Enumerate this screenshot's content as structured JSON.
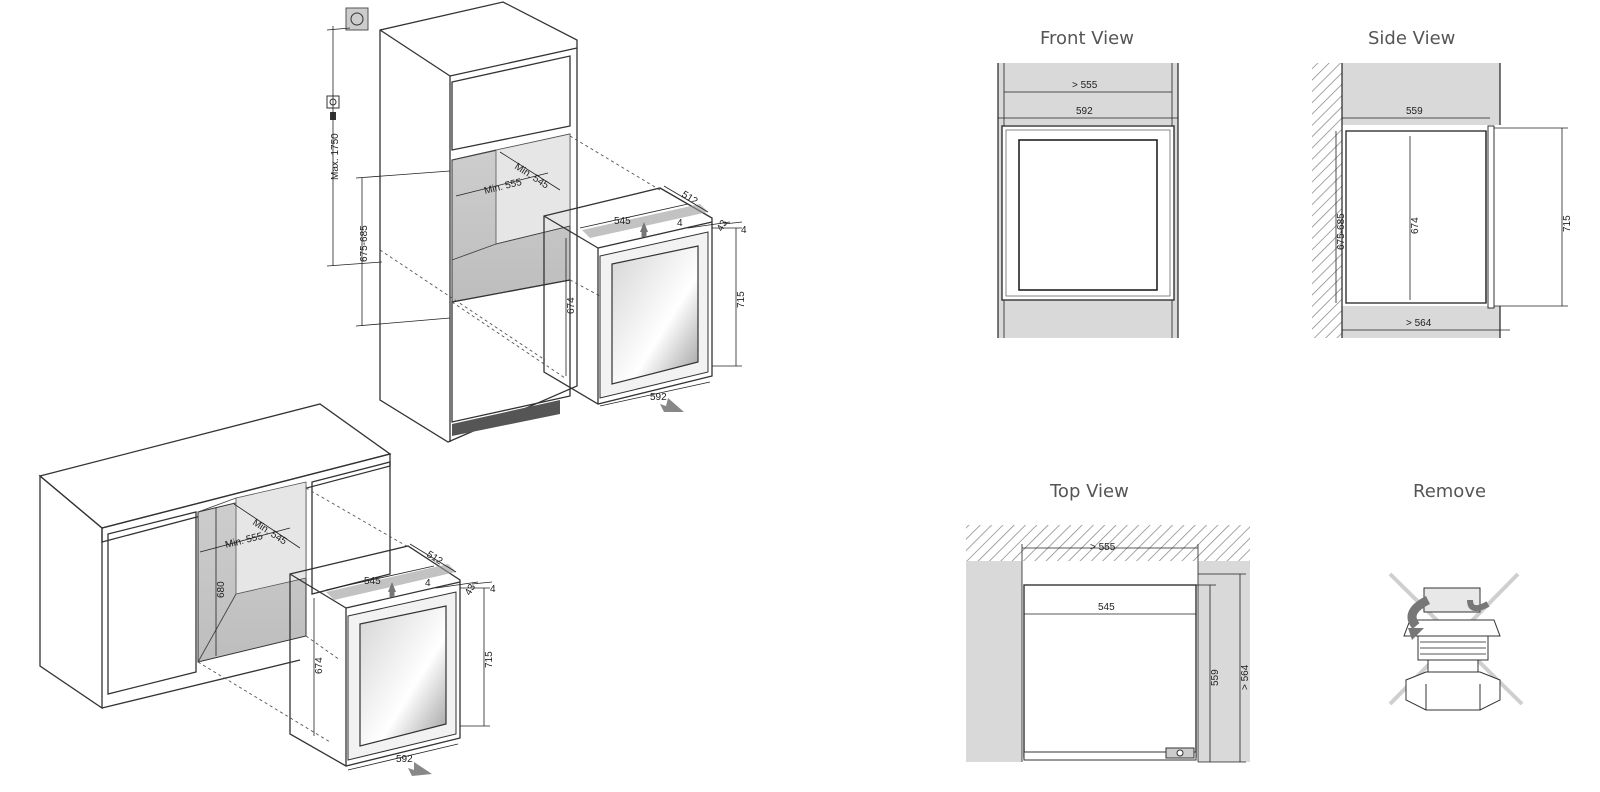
{
  "views": {
    "front_title": "Front View",
    "side_title": "Side View",
    "top_title": "Top View",
    "remove_title": "Remove"
  },
  "tall_cabinet": {
    "max_height": "Max. 1750",
    "niche_height": "675-685",
    "min_width": "Min. 555",
    "min_depth": "Min. 545",
    "appliance_depth": "512",
    "appliance_top_width": "545",
    "gap": "4",
    "gap_b": "4",
    "door_offset": "43",
    "appliance_height": "674",
    "total_height": "715",
    "appliance_width": "592"
  },
  "under_counter": {
    "niche_height": "680",
    "min_width": "Min. 555",
    "min_depth": "Min. 545",
    "appliance_depth": "512",
    "appliance_top_width": "545",
    "gap": "4",
    "gap_b": "4",
    "door_offset": "43",
    "appliance_height": "674",
    "total_height": "715",
    "appliance_width": "592"
  },
  "front_view": {
    "niche_width": "> 555",
    "front_width": "592"
  },
  "side_view": {
    "depth": "559",
    "niche_height": "675-685",
    "body_height": "674",
    "total_height": "715",
    "niche_depth": "> 564"
  },
  "top_view": {
    "niche_width": "> 555",
    "body_width": "545",
    "body_depth": "559",
    "niche_depth": "> 564"
  }
}
